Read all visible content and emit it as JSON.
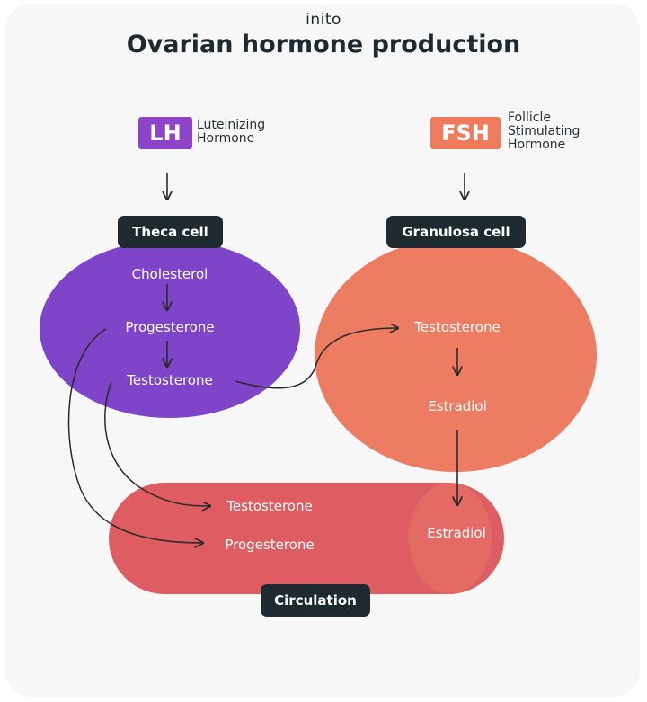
{
  "logo": "inito",
  "title": "Ovarian hormone production",
  "lh": {
    "abbr": "LH",
    "name_line1": "Luteinizing",
    "name_line2": "Hormone"
  },
  "fsh": {
    "abbr": "FSH",
    "name_line1": "Follicle",
    "name_line2": "Stimulating",
    "name_line3": "Hormone"
  },
  "theca": {
    "label": "Theca cell",
    "steps": [
      "Cholesterol",
      "Progesterone",
      "Testosterone"
    ]
  },
  "granulosa": {
    "label": "Granulosa cell",
    "steps": [
      "Testosterone",
      "Estradiol"
    ]
  },
  "circulation": {
    "label": "Circulation",
    "items": [
      "Testosterone",
      "Progesterone",
      "Estradiol"
    ]
  },
  "colors": {
    "lh": "#8e44c8",
    "fsh": "#f07a5c",
    "theca": "#7e45c9",
    "granulosa": "#ec7c62",
    "circulation": "#dd5d62",
    "dark": "#1e2a30"
  }
}
